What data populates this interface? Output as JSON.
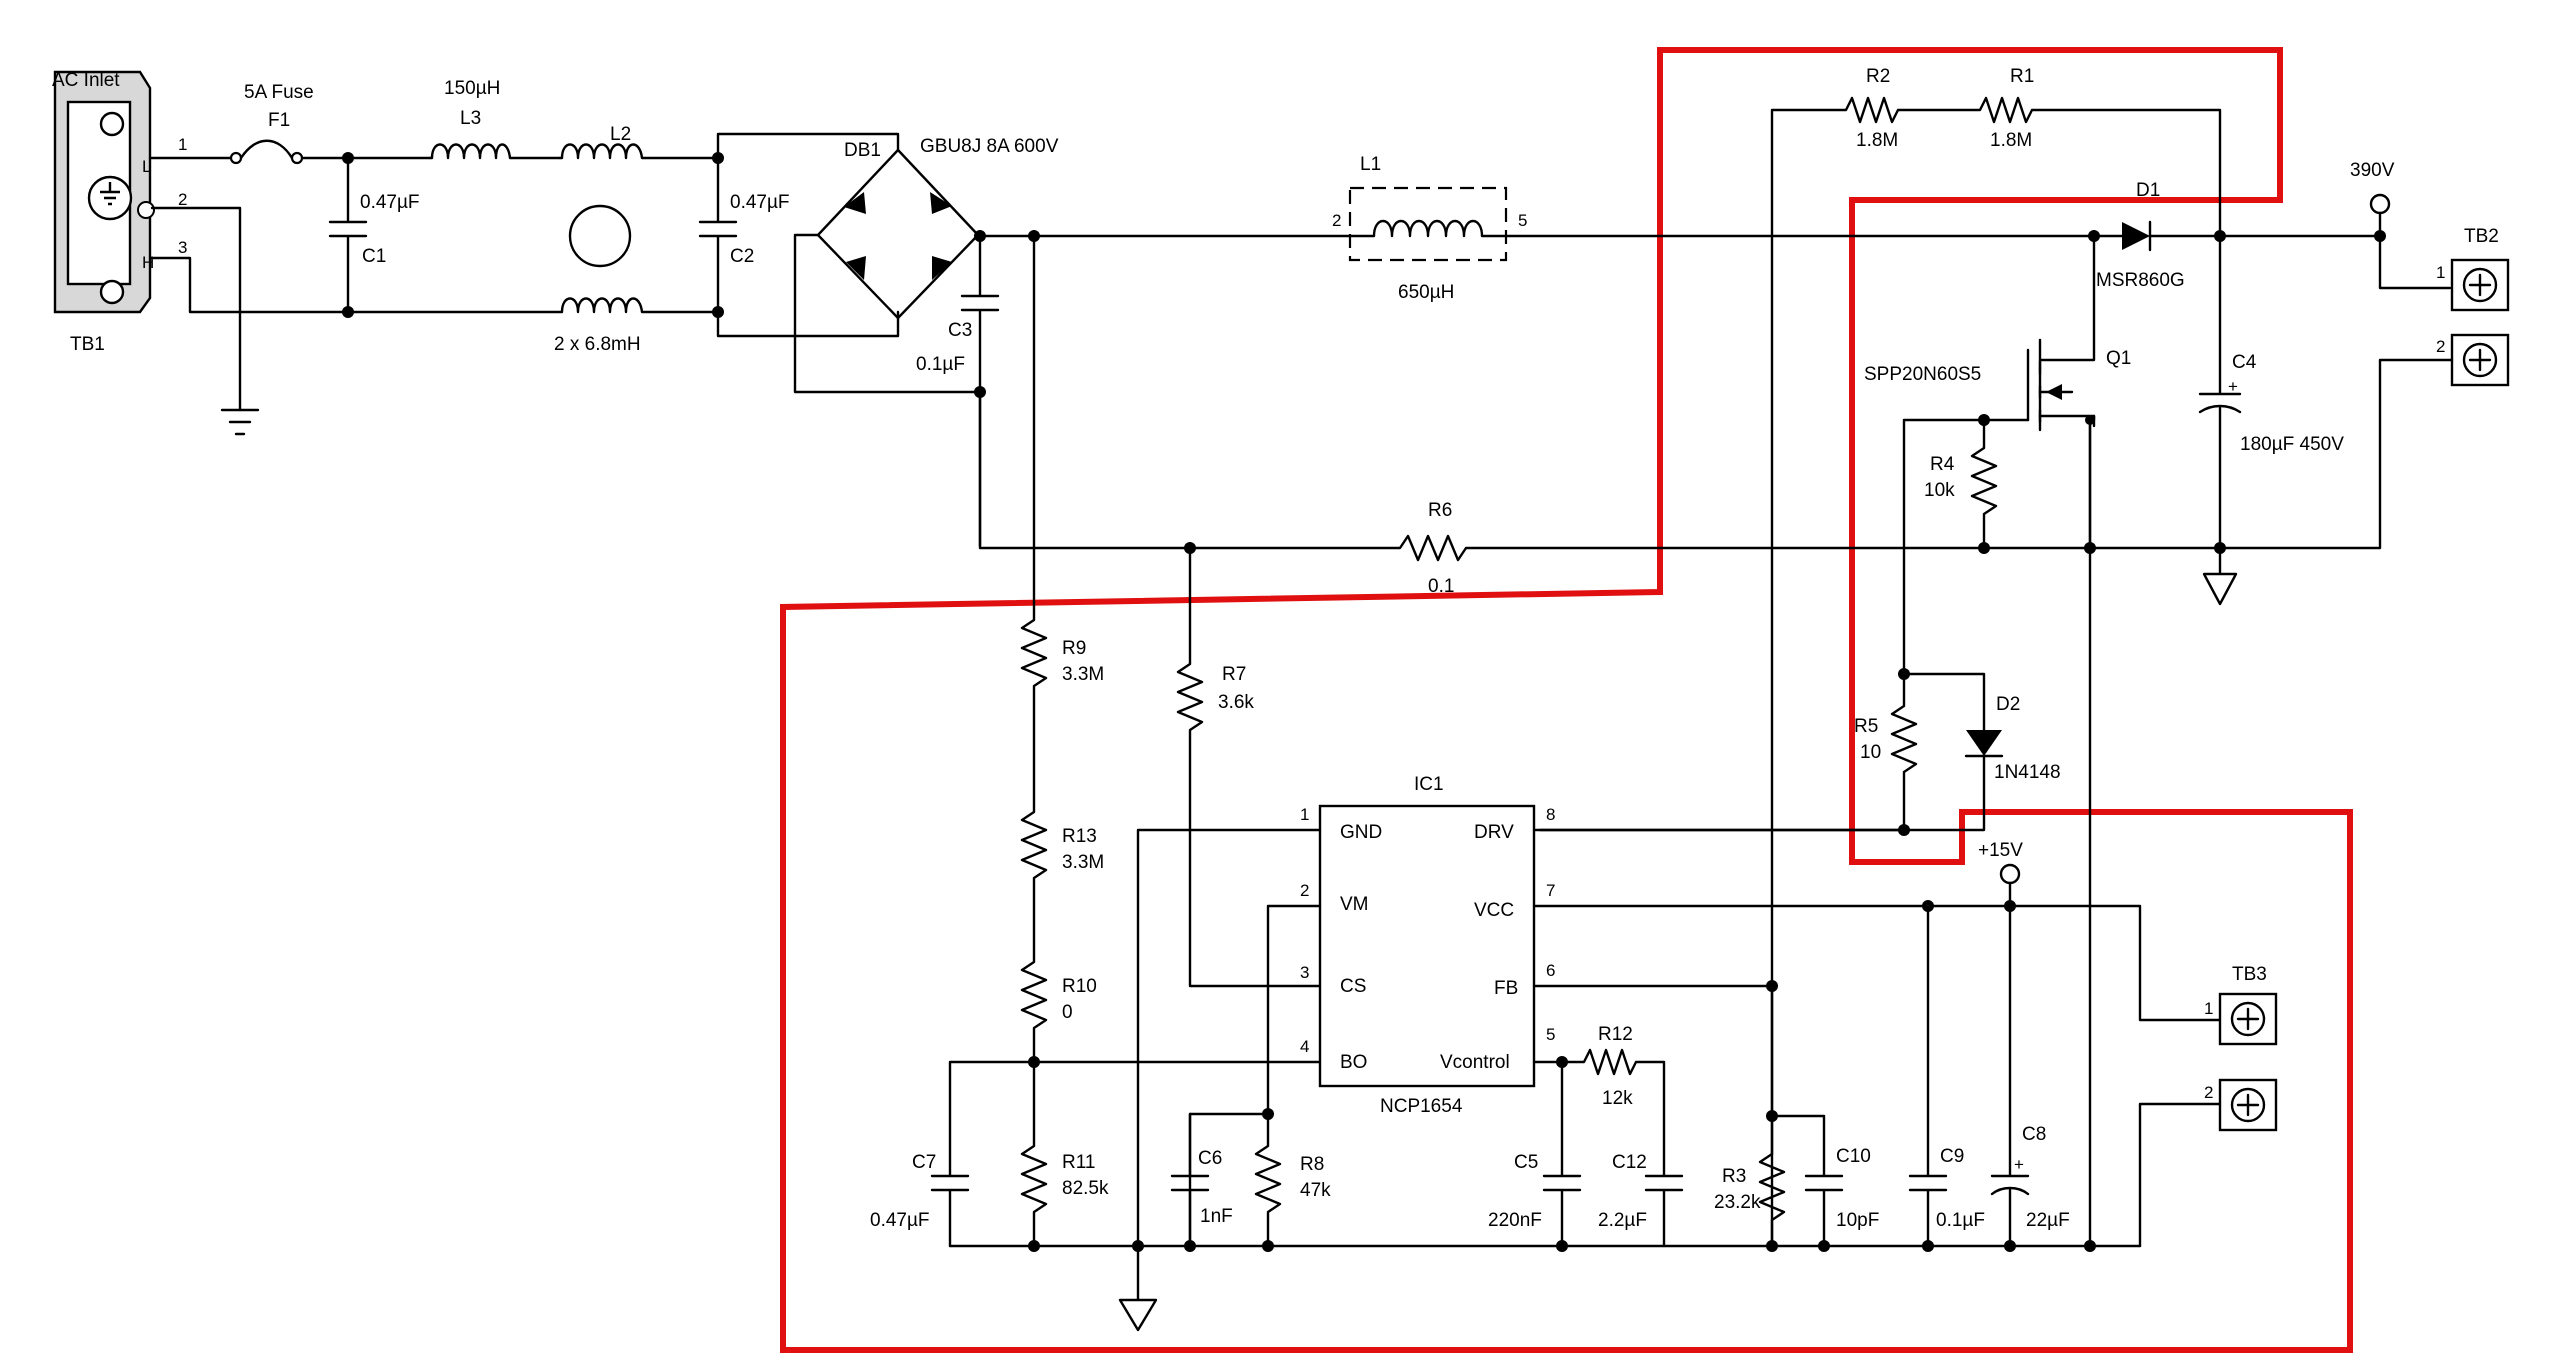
{
  "diagram": {
    "highlight_color": "#e01010",
    "components": {
      "ac_inlet": {
        "name": "AC Inlet",
        "ref": "TB1",
        "pins": [
          "1",
          "2",
          "3"
        ],
        "pin_labels": [
          "L",
          "H"
        ]
      },
      "fuse": {
        "value": "5A Fuse",
        "ref": "F1"
      },
      "l3": {
        "value": "150µH",
        "ref": "L3"
      },
      "l2": {
        "ref": "L2",
        "value": "2 x 6.8mH"
      },
      "c1": {
        "value": "0.47µF",
        "ref": "C1"
      },
      "c2": {
        "value": "0.47µF",
        "ref": "C2"
      },
      "db1": {
        "ref": "DB1",
        "value": "GBU8J 8A 600V"
      },
      "c3": {
        "ref": "C3",
        "value": "0.1µF"
      },
      "l1": {
        "ref": "L1",
        "value": "650µH",
        "pin_a": "2",
        "pin_b": "5"
      },
      "r2": {
        "ref": "R2",
        "value": "1.8M"
      },
      "r1": {
        "ref": "R1",
        "value": "1.8M"
      },
      "d1": {
        "ref": "D1",
        "value": "MSR860G"
      },
      "out_390": {
        "label": "390V"
      },
      "tb2": {
        "ref": "TB2",
        "pins": [
          "1",
          "2"
        ]
      },
      "q1": {
        "ref": "Q1",
        "value": "SPP20N60S5"
      },
      "c4": {
        "ref": "C4",
        "value": "180µF 450V",
        "polarity": "+"
      },
      "r4": {
        "ref": "R4",
        "value": "10k"
      },
      "r6": {
        "ref": "R6",
        "value": "0.1"
      },
      "r9": {
        "ref": "R9",
        "value": "3.3M"
      },
      "r7": {
        "ref": "R7",
        "value": "3.6k"
      },
      "r13": {
        "ref": "R13",
        "value": "3.3M"
      },
      "r10": {
        "ref": "R10",
        "value": "0"
      },
      "r11": {
        "ref": "R11",
        "value": "82.5k"
      },
      "c7": {
        "ref": "C7",
        "value": "0.47µF"
      },
      "r5": {
        "ref": "R5",
        "value": "10"
      },
      "d2": {
        "ref": "D2",
        "value": "1N4148"
      },
      "ic1": {
        "ref": "IC1",
        "part": "NCP1654",
        "pins": [
          {
            "num": "1",
            "name": "GND"
          },
          {
            "num": "2",
            "name": "VM"
          },
          {
            "num": "3",
            "name": "CS"
          },
          {
            "num": "4",
            "name": "BO"
          },
          {
            "num": "8",
            "name": "DRV"
          },
          {
            "num": "7",
            "name": "VCC"
          },
          {
            "num": "6",
            "name": "FB"
          },
          {
            "num": "5",
            "name": "Vcontrol"
          }
        ]
      },
      "c6": {
        "ref": "C6",
        "value": "1nF"
      },
      "r8": {
        "ref": "R8",
        "value": "47k"
      },
      "c5": {
        "ref": "C5",
        "value": "220nF"
      },
      "r12": {
        "ref": "R12",
        "value": "12k"
      },
      "c12": {
        "ref": "C12",
        "value": "2.2µF"
      },
      "r3": {
        "ref": "R3",
        "value": "23.2k"
      },
      "c10": {
        "ref": "C10",
        "value": "10pF"
      },
      "c9": {
        "ref": "C9",
        "value": "0.1µF"
      },
      "c8": {
        "ref": "C8",
        "value": "22µF",
        "polarity": "+"
      },
      "vcc_in": {
        "label": "+15V"
      },
      "tb3": {
        "ref": "TB3",
        "pins": [
          "1",
          "2"
        ]
      }
    }
  }
}
